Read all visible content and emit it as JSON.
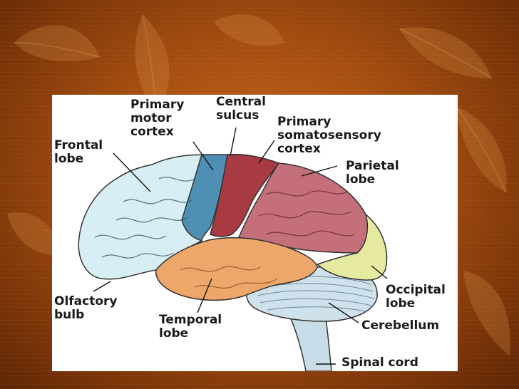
{
  "labels": {
    "primary_motor_cortex": "Primary\nmotor\ncortex",
    "central_sulcus": "Central\nsulcus",
    "primary_somatosensory_cortex": "Primary\nsomatosensory\ncortex",
    "frontal_lobe": "Frontal\nlobe",
    "parietal_lobe": "Parietal\nlobe",
    "occipital_lobe": "Occipital\nlobe",
    "olfactory_bulb": "Olfactory\nbulb",
    "temporal_lobe": "Temporal\nlobe",
    "cerebellum": "Cerebellum",
    "spinal_cord": "Spinal cord"
  },
  "colors": {
    "background": "#a44d10",
    "frontal": "#d6eef4",
    "motor": "#4f8fb3",
    "somatosensory": "#a83a44",
    "parietal": "#c56f7b",
    "occipital": "#e6e9a0",
    "temporal": "#eea76a",
    "cerebellum": "#cfe2ec",
    "brainstem": "#c9dde8"
  }
}
